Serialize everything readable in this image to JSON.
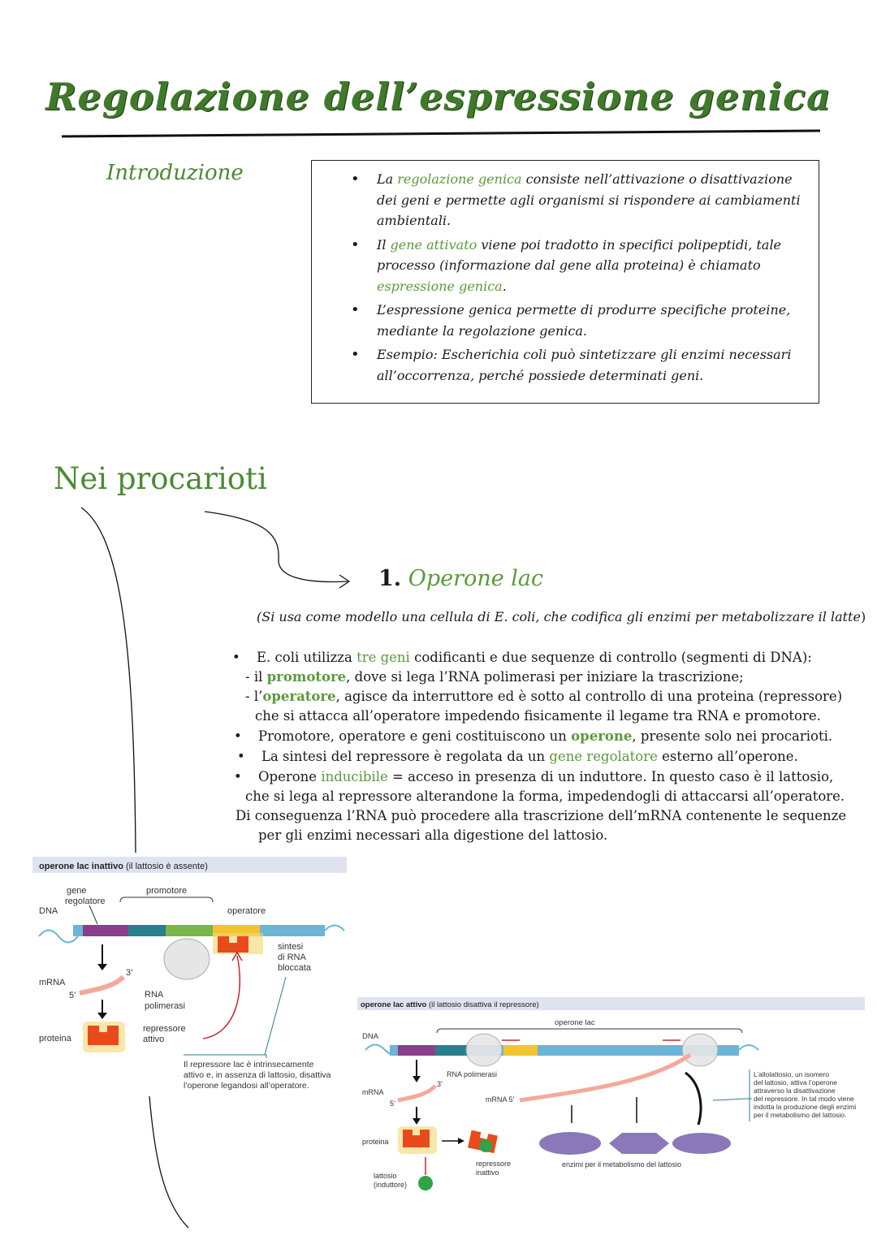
{
  "title": "Regolazione dell’espressione genica",
  "intro": {
    "label": "Introduzione",
    "bullets": [
      [
        "La ",
        "regolazione genica",
        " consiste nell’attivazione o disattivazione dei geni e permette agli organismi si rispondere ai cambiamenti ambientali."
      ],
      [
        "Il ",
        "gene attivato",
        " viene poi tradotto in specifici polipeptidi, tale processo (informazione dal gene alla proteina) è chiamato ",
        "espressione genica",
        "."
      ],
      [
        "L’espressione genica permette di produrre specifiche proteine, mediante la regolazione genica."
      ],
      [
        "Esempio: Escherichia coli può sintetizzare gli enzimi necessari all’occorrenza, perché possiede determinati geni."
      ]
    ]
  },
  "section": "Nei procarioti",
  "operone": {
    "number": "1.",
    "title": "Operone lac",
    "model_a": "(Si usa come modello una cellula di E. coli, che codifica gli enzimi per metabolizzare il latte",
    "model_b": ")",
    "p1": [
      "E. coli utilizza ",
      "tre geni",
      " codificanti e due sequenze di controllo (segmenti di DNA):"
    ],
    "p1a": [
      "- il ",
      "promotore",
      ", dove si lega l’RNA polimerasi per iniziare la trascrizione;"
    ],
    "p1b": [
      "- l’",
      "operatore",
      ", agisce da interruttore ed è sotto al controllo di una proteina (repressore)"
    ],
    "p1c": "che si attacca all’operatore impedendo fisicamente il legame tra RNA e promotore.",
    "p2": [
      "Promotore, operatore e geni costituiscono un ",
      "operone",
      ", presente solo nei procarioti."
    ],
    "p3": [
      "La sintesi del repressore è regolata da un ",
      "gene regolatore",
      " esterno all’operone."
    ],
    "p4": [
      "Operone ",
      "inducibile",
      " = acceso in presenza di un induttore. In questo caso è il lattosio,"
    ],
    "p4b": "che si lega al repressore alterandone la forma, impedendogli di attaccarsi all’operatore.",
    "p4c": "Di conseguenza l’RNA può procedere alla trascrizione dell’mRNA contenente le sequenze",
    "p4d": "per gli enzimi necessari alla digestione del lattosio."
  },
  "fig1": {
    "header_bold": "operone lac inattivo",
    "header_rest": " (il lattosio è assente)",
    "gene_regolatore_1": "gene",
    "gene_regolatore_2": "regolatore",
    "dna": "DNA",
    "promotore": "promotore",
    "operatore": "operatore",
    "sintesi_1": "sintesi",
    "sintesi_2": "di RNA",
    "sintesi_3": "bloccata",
    "mrna": "mRNA",
    "three": "3’",
    "five": "5’",
    "rna_pol_1": "RNA",
    "rna_pol_2": "polimerasi",
    "proteina": "proteina",
    "repressore_1": "repressore",
    "repressore_2": "attivo",
    "caption_1": "Il repressore lac è intrinsecamente",
    "caption_2": "attivo e, in assenza di lattosio, disattiva",
    "caption_3": "l’operone legandosi all’operatore."
  },
  "fig2": {
    "header_bold": "operone lac attivo",
    "header_rest": " (il lattosio disattiva il repressore)",
    "operone_lac": "operone lac",
    "dna": "DNA",
    "rna_pol": "RNA polimerasi",
    "mrna": "mRNA",
    "three": "3’",
    "five": "5’",
    "mrna5": "mRNA 5’",
    "proteina": "proteina",
    "repressore_1": "repressore",
    "repressore_2": "inattivo",
    "lattosio_1": "lattosio",
    "lattosio_2": "(induttore)",
    "enzimi": "enzimi per il metabolismo del lattosio",
    "note_1": "L’allolattosio, un isomero",
    "note_2": "del lattosio, attiva l’operone",
    "note_3": "attraverso la disattivazione",
    "note_4": "del repressore. In tal modo viene",
    "note_5": "indotta la produzione degli enzimi",
    "note_6": "per il metabolismo del lattosio."
  },
  "colors": {
    "green": "#5a9a3a",
    "title_green": "#3f7a2a"
  }
}
